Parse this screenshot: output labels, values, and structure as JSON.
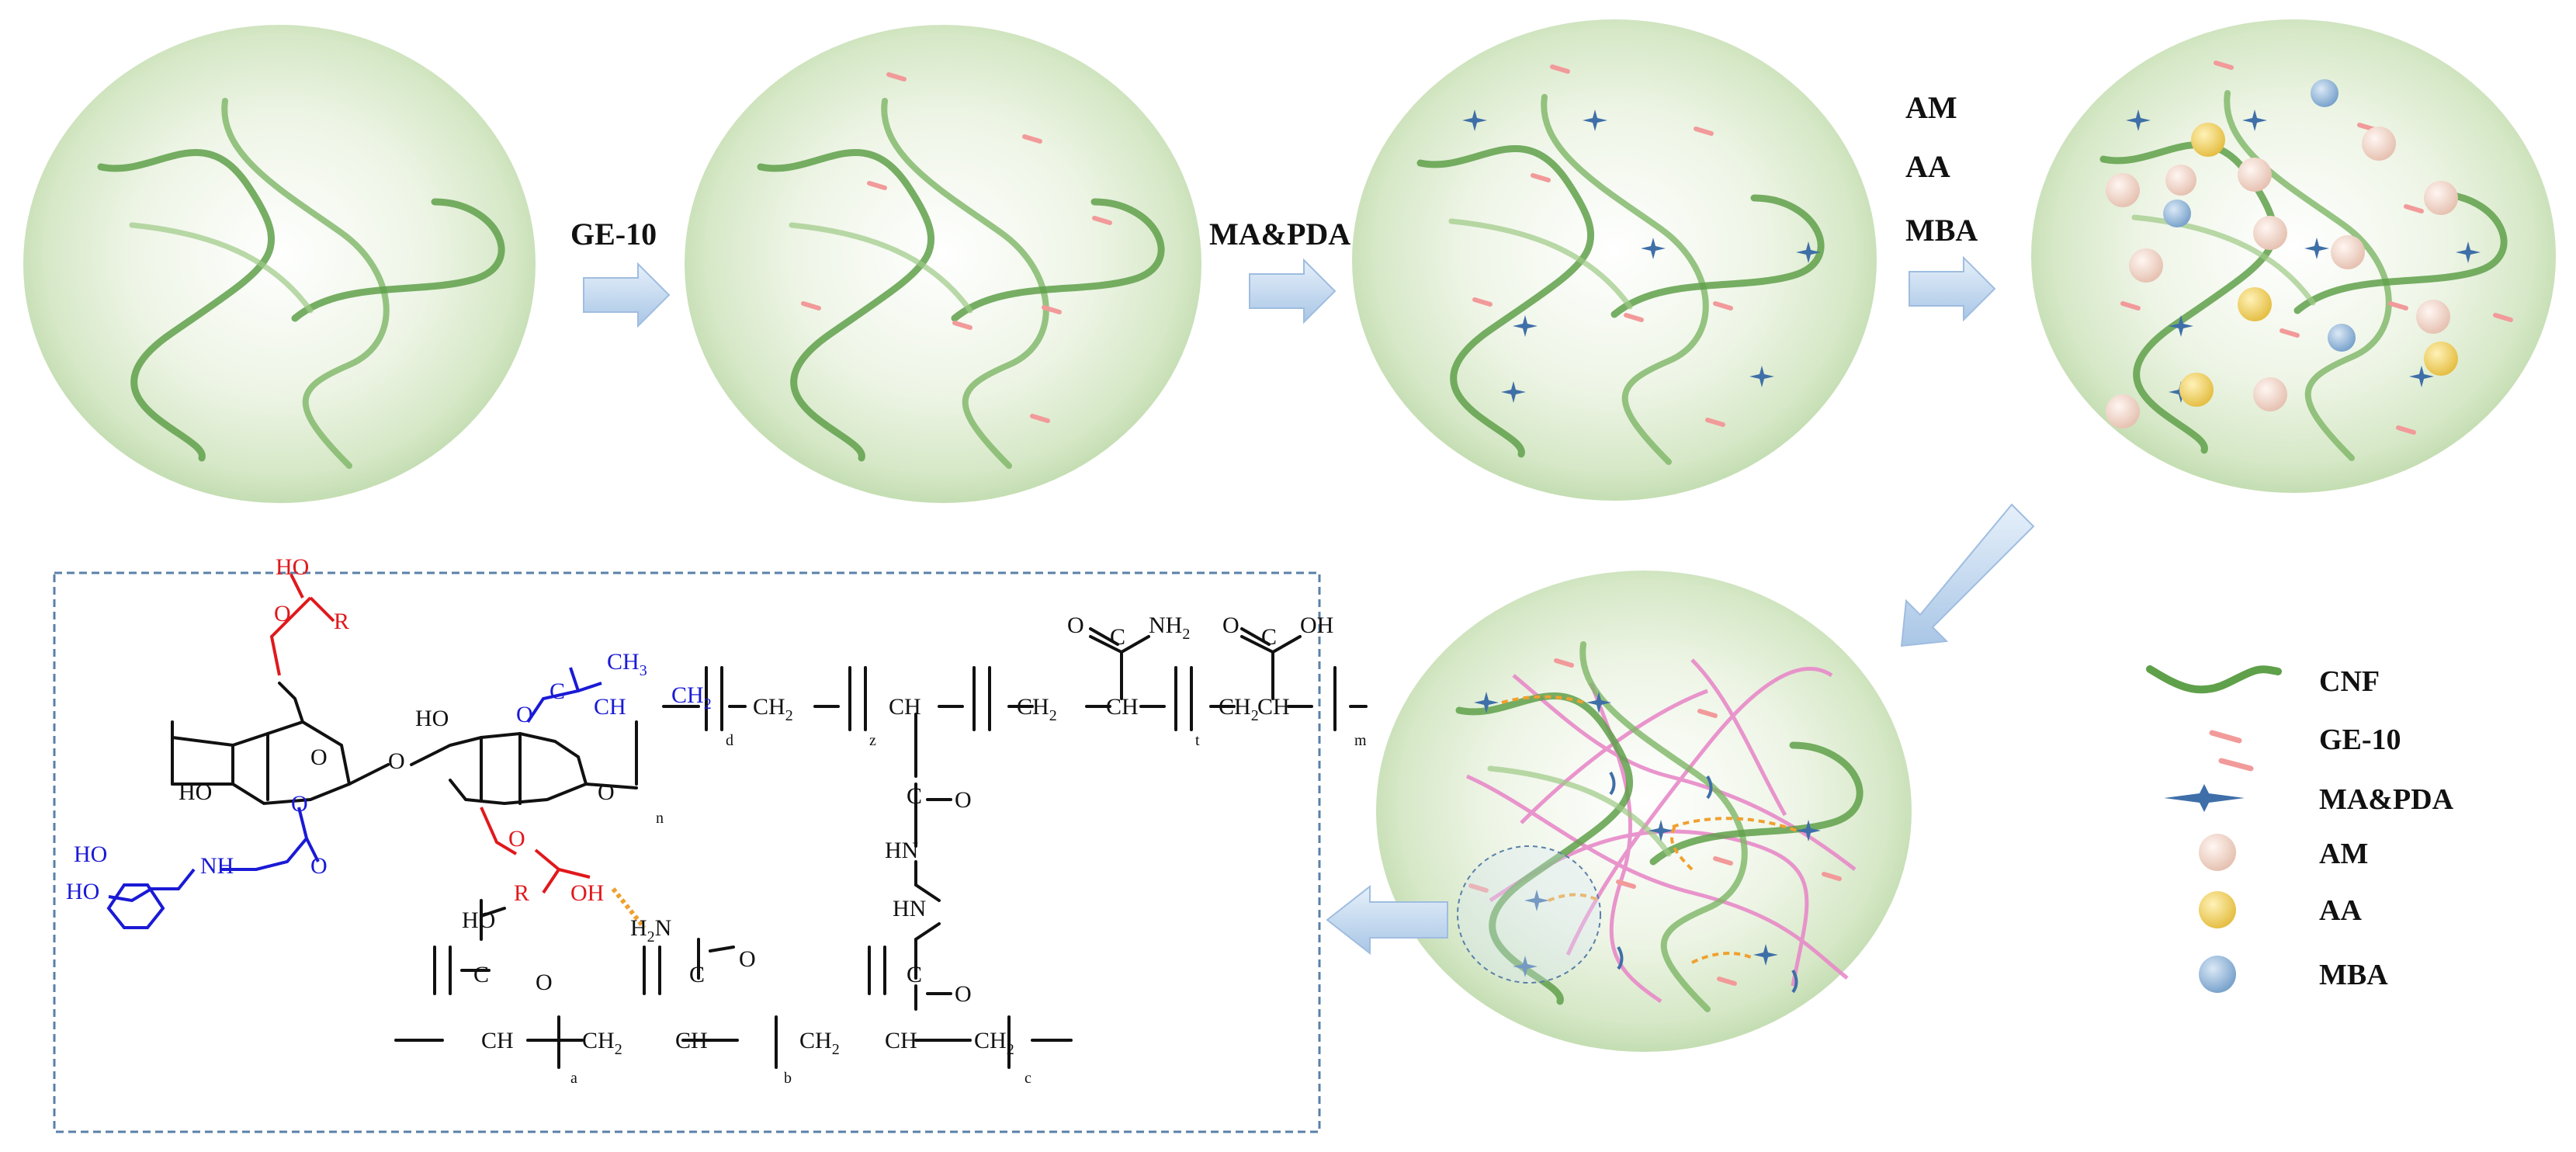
{
  "steps": {
    "step1_label": "GE-10",
    "step2_label": "MA&PDA",
    "step3_labels": [
      "AM",
      "AA",
      "MBA"
    ]
  },
  "legend": {
    "items": [
      {
        "label": "CNF",
        "icon": "cnf-fiber-icon"
      },
      {
        "label": "GE-10",
        "icon": "ge10-dash-icon"
      },
      {
        "label": "MA&PDA",
        "icon": "mapda-star-icon"
      },
      {
        "label": "AM",
        "icon": "am-sphere-icon"
      },
      {
        "label": "AA",
        "icon": "aa-sphere-icon"
      },
      {
        "label": "MBA",
        "icon": "mba-sphere-icon"
      }
    ]
  },
  "colors": {
    "fiber": "#5fa04a",
    "fiber_light": "#9cc985",
    "ge10": "#f29a9a",
    "star": "#3f6fa8",
    "am": "#efd3c8",
    "aa": "#f0cf63",
    "mba": "#8fb4d6",
    "pink_chain": "#e88ac9",
    "hbond": "#f0a030",
    "box_border": "#5a80a8",
    "red_group": "#e0191c",
    "blue_group": "#1a1ad6"
  },
  "structure": {
    "ho_top": "HO",
    "r_top": "R",
    "o_top": "O",
    "ch3": "CH",
    "ch3_sub": "3",
    "ch2": "CH",
    "ch2_sub": "2",
    "ch": "CH",
    "sub_d": "d",
    "sub_z": "z",
    "sub_t": "t",
    "sub_m": "m",
    "sub_n": "n",
    "sub_a": "a",
    "sub_b": "b",
    "sub_c": "c",
    "c": "C",
    "o": "O",
    "oh": "OH",
    "ho": "HO",
    "nh2": "NH",
    "nh2_sub": "2",
    "h2n": "H",
    "h2n_sub": "2",
    "h2n_n": "N",
    "hn": "HN",
    "nh": "NH",
    "r": "R"
  }
}
